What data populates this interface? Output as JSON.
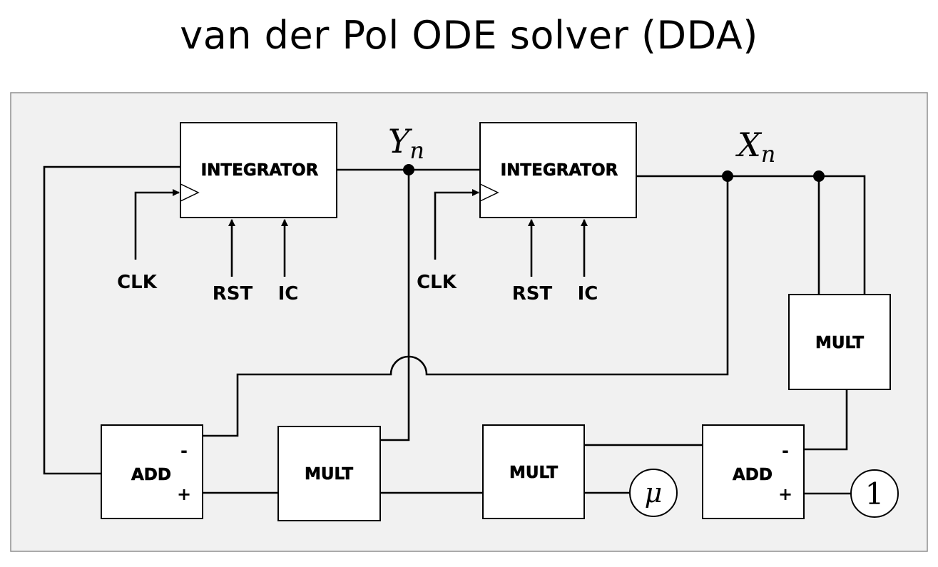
{
  "title": "van der Pol ODE solver (DDA)",
  "colors": {
    "panel_bg": "#f1f1f1",
    "panel_border": "#8f8f8f",
    "line": "#000000"
  },
  "blocks": {
    "integrator_1": "INTEGRATOR",
    "integrator_2": "INTEGRATOR",
    "mult_right": "MULT",
    "add_left": "ADD",
    "mult_bottom_1": "MULT",
    "mult_bottom_2": "MULT",
    "add_right": "ADD"
  },
  "inputs": {
    "int1_clk": "CLK",
    "int1_rst": "RST",
    "int1_ic": "IC",
    "int2_clk": "CLK",
    "int2_rst": "RST",
    "int2_ic": "IC"
  },
  "signs": {
    "add_left_minus": "-",
    "add_left_plus": "+",
    "add_right_minus": "-",
    "add_right_plus": "+"
  },
  "signals": {
    "y_main": "Y",
    "y_sub": "n",
    "x_main": "X",
    "x_sub": "n"
  },
  "constants": {
    "mu": "μ",
    "one": "1"
  }
}
